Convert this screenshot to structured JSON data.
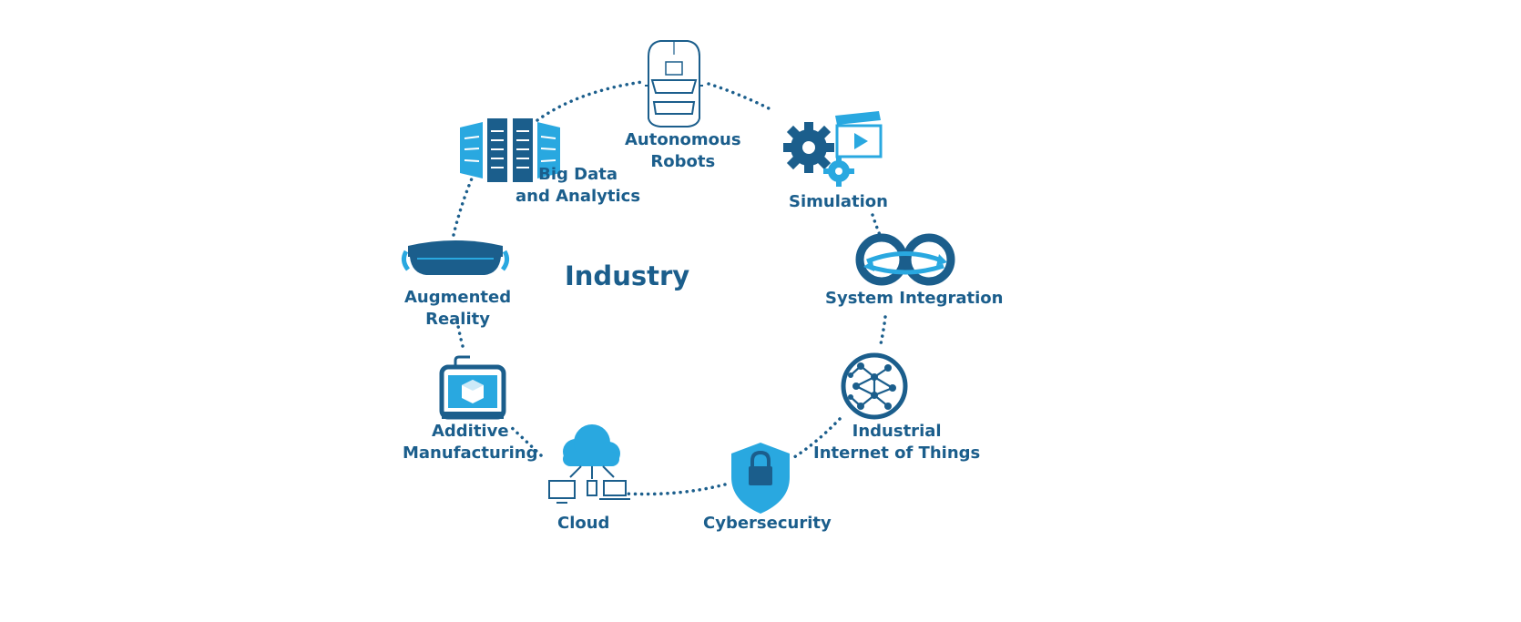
{
  "center_title": "Industry",
  "colors": {
    "dark": "#1b5e8c",
    "light": "#29a8e0",
    "text": "#1b5e8c"
  },
  "nodes": [
    {
      "id": "autonomous-robots",
      "icon": "car-top-view-icon",
      "lines": [
        "Autonomous",
        "Robots"
      ]
    },
    {
      "id": "simulation",
      "icon": "gears-and-clapperboard-icon",
      "lines": [
        "Simulation"
      ]
    },
    {
      "id": "system-integration",
      "icon": "linked-rings-icon",
      "lines": [
        "System Integration"
      ]
    },
    {
      "id": "industrial-iot",
      "icon": "network-globe-icon",
      "lines": [
        "Industrial",
        "Internet of Things"
      ]
    },
    {
      "id": "cybersecurity",
      "icon": "shield-lock-icon",
      "lines": [
        "Cybersecurity"
      ]
    },
    {
      "id": "cloud",
      "icon": "cloud-devices-icon",
      "lines": [
        "Cloud"
      ]
    },
    {
      "id": "additive-manufacturing",
      "icon": "3d-printer-icon",
      "lines": [
        "Additive",
        "Manufacturing"
      ]
    },
    {
      "id": "augmented-reality",
      "icon": "ar-headset-icon",
      "lines": [
        "Augmented",
        "Reality"
      ]
    },
    {
      "id": "big-data",
      "icon": "server-racks-icon",
      "lines": [
        "Big Data",
        "and Analytics"
      ]
    }
  ]
}
